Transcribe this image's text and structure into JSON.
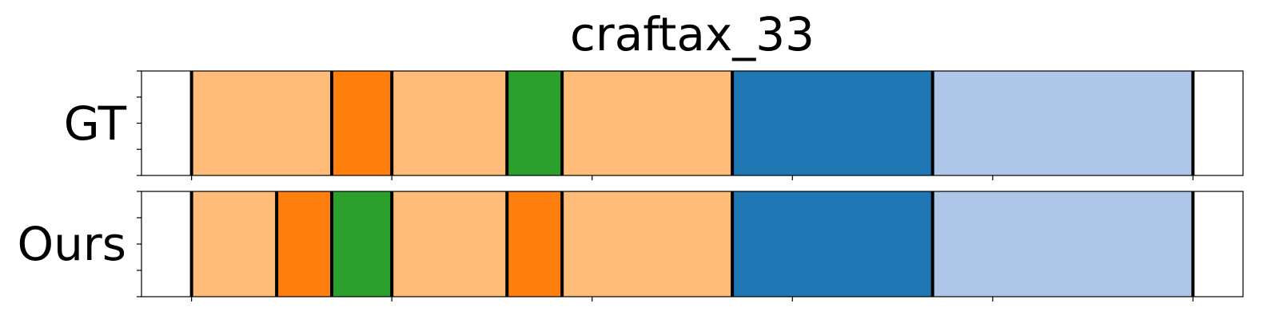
{
  "chart_data": {
    "type": "segmentation",
    "title": "craftax_33",
    "xlim": [
      0,
      11
    ],
    "x_ticks": [
      0.5,
      2.5,
      4.5,
      6.5,
      8.5,
      10.5
    ],
    "x_tick_labels": false,
    "y_tick_labels": false,
    "grid": false,
    "legend": "none",
    "boundary_color": "#000000",
    "palette": {
      "light_orange": "#ffbb78",
      "orange": "#ff7f0e",
      "green": "#2ca02c",
      "blue": "#1f77b4",
      "light_blue": "#aec7e8"
    },
    "rows": [
      {
        "label": "GT",
        "segments": [
          {
            "start": 0.5,
            "end": 1.9,
            "color": "light_orange"
          },
          {
            "start": 1.9,
            "end": 2.5,
            "color": "orange"
          },
          {
            "start": 2.5,
            "end": 3.65,
            "color": "light_orange"
          },
          {
            "start": 3.65,
            "end": 4.2,
            "color": "green"
          },
          {
            "start": 4.2,
            "end": 5.9,
            "color": "light_orange"
          },
          {
            "start": 5.9,
            "end": 7.9,
            "color": "blue"
          },
          {
            "start": 7.9,
            "end": 10.5,
            "color": "light_blue"
          }
        ]
      },
      {
        "label": "Ours",
        "segments": [
          {
            "start": 0.5,
            "end": 1.35,
            "color": "light_orange"
          },
          {
            "start": 1.35,
            "end": 1.9,
            "color": "orange"
          },
          {
            "start": 1.9,
            "end": 2.5,
            "color": "green"
          },
          {
            "start": 2.5,
            "end": 3.65,
            "color": "light_orange"
          },
          {
            "start": 3.65,
            "end": 4.2,
            "color": "orange"
          },
          {
            "start": 4.2,
            "end": 5.9,
            "color": "light_orange"
          },
          {
            "start": 5.9,
            "end": 7.9,
            "color": "blue"
          },
          {
            "start": 7.9,
            "end": 10.5,
            "color": "light_blue"
          }
        ]
      }
    ]
  }
}
